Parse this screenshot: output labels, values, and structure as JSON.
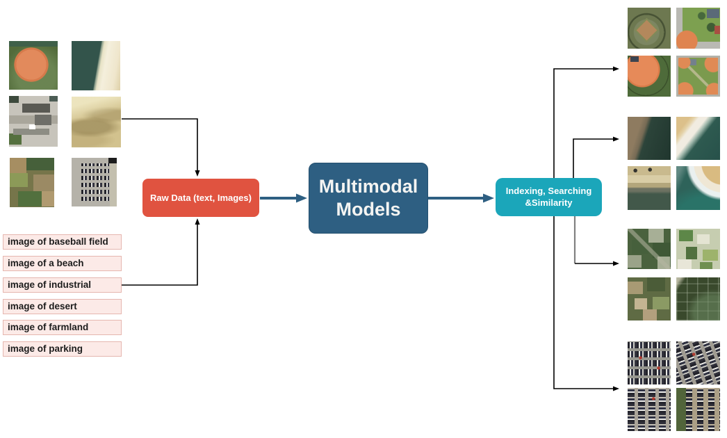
{
  "pipeline": {
    "raw_data_box": "Raw Data (text, Images)",
    "model_box_line1": "Multimodal",
    "model_box_line2": "Models",
    "index_box_line1": "Indexing, Searching",
    "index_box_line2": "&Similarity"
  },
  "colors": {
    "raw_data": "#E05340",
    "model": "#2E5F82",
    "index": "#1BA6BA",
    "label_bg": "#FCEAE7",
    "label_border": "#E5B6AF",
    "arrow_blue": "#2E5F82",
    "connector_black": "#000000",
    "connector_gray": "#808080"
  },
  "prompt_labels": [
    "image of baseball field",
    "image of a beach",
    "image of industrial",
    "image of desert",
    "image of farmland",
    "image of parking"
  ],
  "left_gallery": [
    {
      "name": "query-thumb-baseball-field",
      "art": "bbL"
    },
    {
      "name": "query-thumb-beach",
      "art": "bchL"
    },
    {
      "name": "query-thumb-industrial",
      "art": "indL"
    },
    {
      "name": "query-thumb-desert",
      "art": "desL"
    },
    {
      "name": "query-thumb-farmland",
      "art": "frmL"
    },
    {
      "name": "query-thumb-parking",
      "art": "prkL"
    }
  ],
  "result_groups": [
    {
      "name": "baseball-results",
      "thumbs": [
        {
          "name": "result-thumb-baseball-1",
          "art": "b1"
        },
        {
          "name": "result-thumb-baseball-2",
          "art": "b2"
        },
        {
          "name": "result-thumb-baseball-3",
          "art": "b3"
        },
        {
          "name": "result-thumb-baseball-4",
          "art": "b4"
        }
      ]
    },
    {
      "name": "beach-results",
      "thumbs": [
        {
          "name": "result-thumb-beach-1",
          "art": "c1"
        },
        {
          "name": "result-thumb-beach-2",
          "art": "c2"
        },
        {
          "name": "result-thumb-beach-3",
          "art": "c3"
        },
        {
          "name": "result-thumb-beach-4",
          "art": "c4"
        }
      ]
    },
    {
      "name": "farmland-results",
      "thumbs": [
        {
          "name": "result-thumb-farmland-1",
          "art": "f1"
        },
        {
          "name": "result-thumb-farmland-2",
          "art": "f2"
        },
        {
          "name": "result-thumb-farmland-3",
          "art": "f3"
        },
        {
          "name": "result-thumb-farmland-4",
          "art": "f4"
        }
      ]
    },
    {
      "name": "parking-results",
      "thumbs": [
        {
          "name": "result-thumb-parking-1",
          "art": "p1"
        },
        {
          "name": "result-thumb-parking-2",
          "art": "p2"
        },
        {
          "name": "result-thumb-parking-3",
          "art": "p3"
        },
        {
          "name": "result-thumb-parking-4",
          "art": "p4"
        }
      ]
    }
  ]
}
